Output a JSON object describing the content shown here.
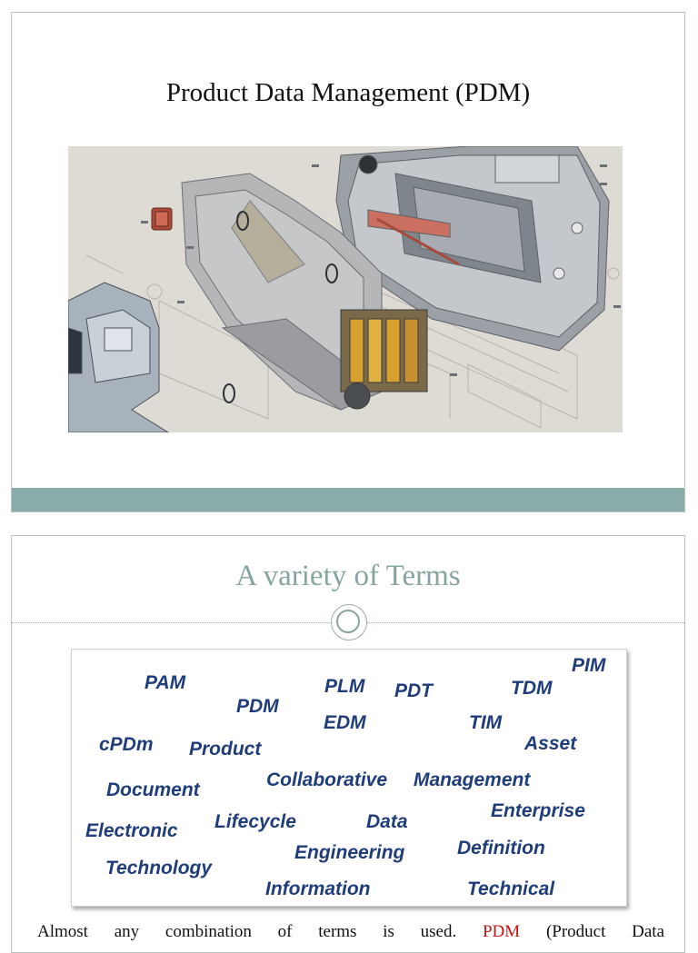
{
  "slide1": {
    "title": "Product Data Management (PDM)"
  },
  "slide2": {
    "title": "A variety of Terms",
    "terms": [
      "PAM",
      "PLM",
      "PDT",
      "TDM",
      "PIM",
      "PDM",
      "EDM",
      "TIM",
      "cPDm",
      "Product",
      "Asset",
      "Document",
      "Collaborative",
      "Management",
      "Enterprise",
      "Electronic",
      "Lifecycle",
      "Data",
      "Engineering",
      "Definition",
      "Technology",
      "Information",
      "Technical"
    ],
    "body_prefix": "Almost any combination of terms is used.",
    "body_highlight": "PDM",
    "body_suffix": "(Product Data"
  },
  "colors": {
    "accent": "#8aaca8",
    "title_teal": "#86a5a2",
    "term_blue": "#1f3d7a",
    "highlight_red": "#cc1111"
  }
}
